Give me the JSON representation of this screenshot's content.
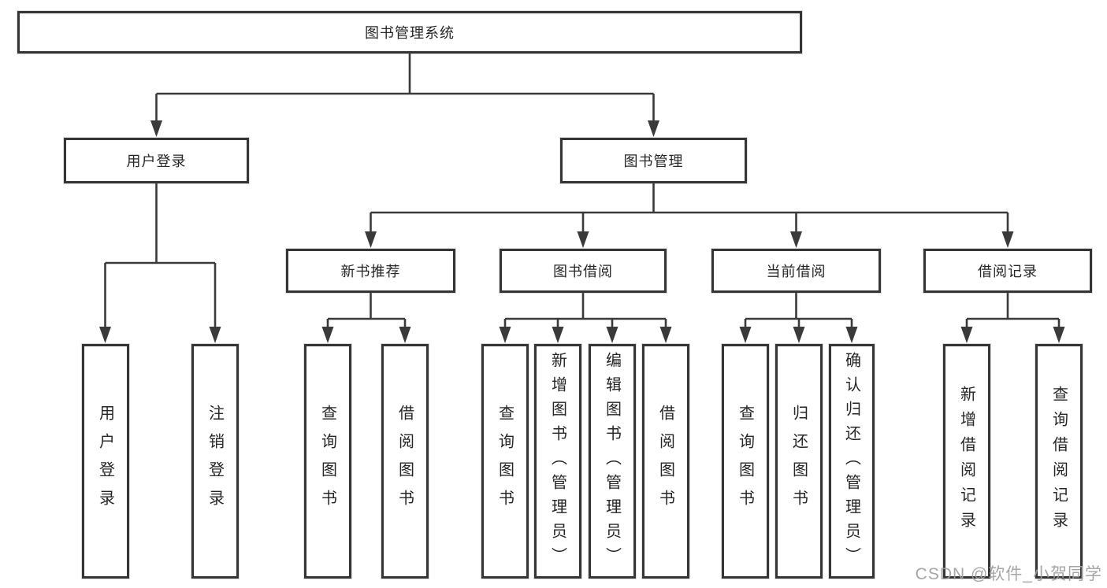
{
  "diagram": {
    "root": {
      "label": "图书管理系统"
    },
    "level1": [
      {
        "label": "用户登录"
      },
      {
        "label": "图书管理"
      }
    ],
    "level2": [
      {
        "label": "新书推荐"
      },
      {
        "label": "图书借阅"
      },
      {
        "label": "当前借阅"
      },
      {
        "label": "借阅记录"
      }
    ],
    "leaves": {
      "user_login": [
        "用户登录",
        "注销登录"
      ],
      "new_books": [
        "查询图书",
        "借阅图书"
      ],
      "book_borrow": [
        "查询图书",
        "新增图书（管理员）",
        "编辑图书（管理员）",
        "借阅图书"
      ],
      "current_borrow": [
        "查询图书",
        "归还图书",
        "确认归还（管理员）"
      ],
      "borrow_records": [
        "新增借阅记录",
        "查询借阅记录"
      ]
    }
  },
  "watermark": {
    "text": "CSDN @软件_小贺同学"
  },
  "colors": {
    "line": "#3a3a3a",
    "border": "#353535",
    "text": "#262626",
    "watermark": "#9e9e9e",
    "background": "#ffffff"
  }
}
